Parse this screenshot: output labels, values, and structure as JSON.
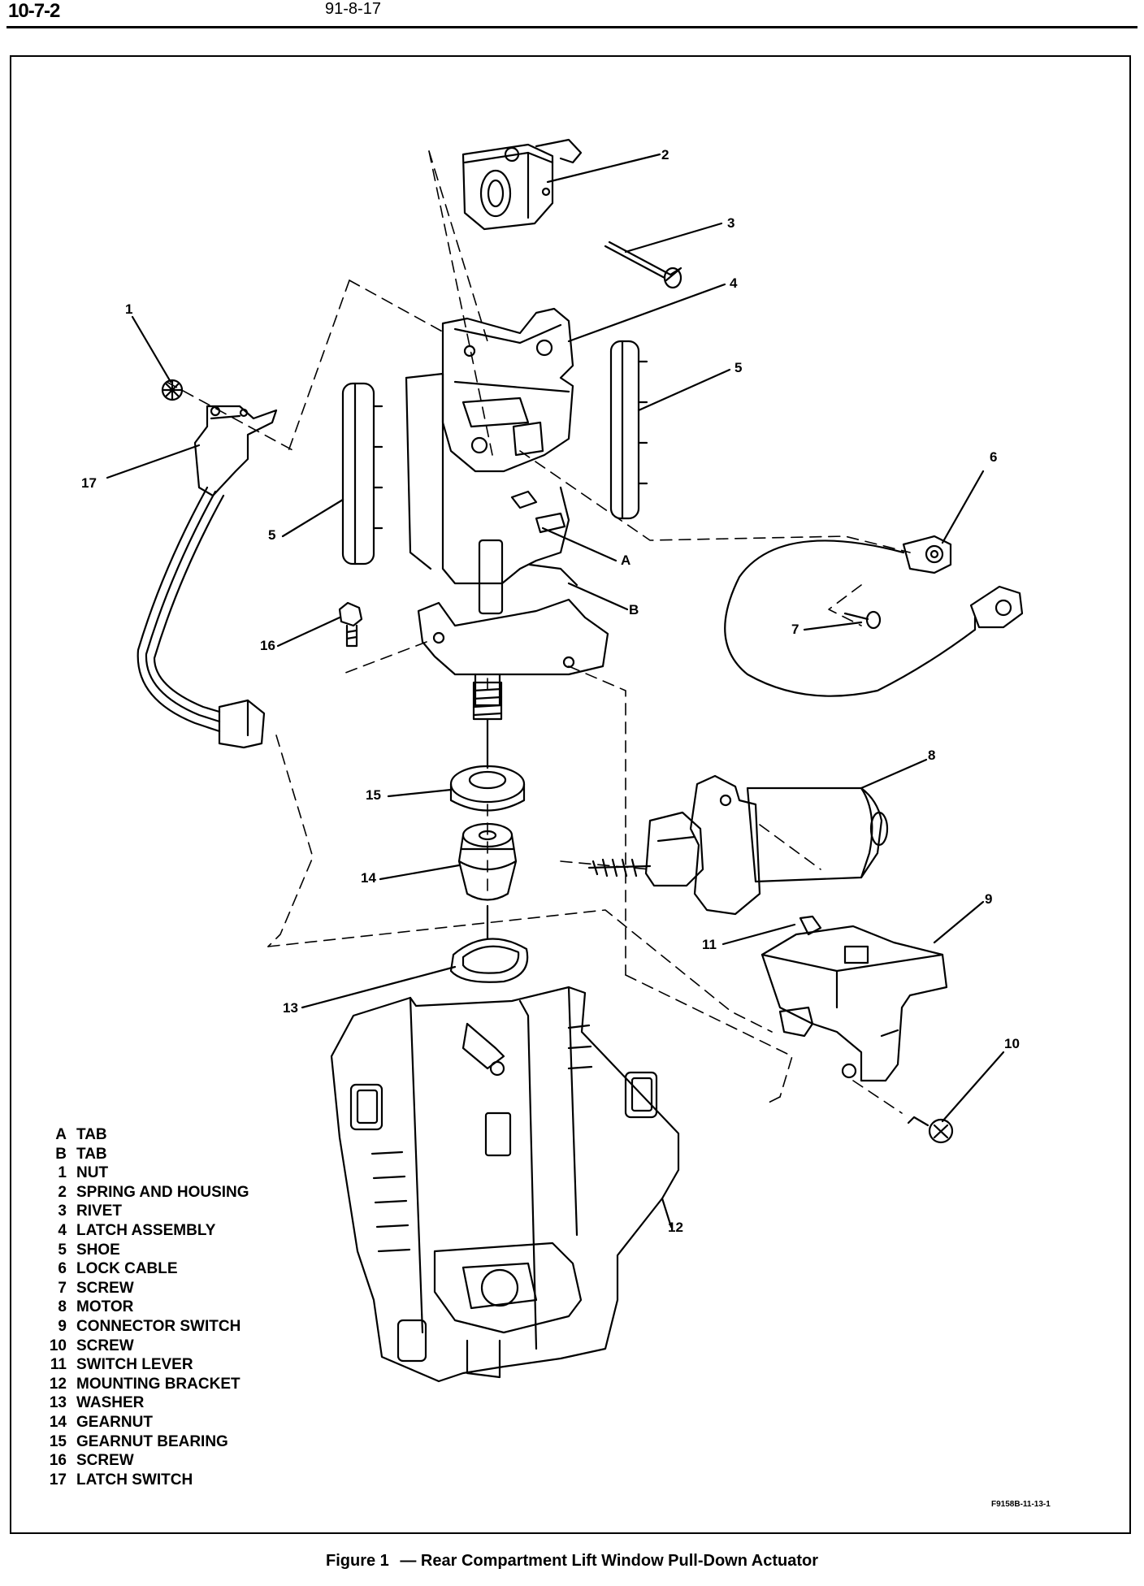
{
  "header": {
    "page_number": "10-7-2",
    "date": "91-8-17"
  },
  "callouts": [
    "1",
    "2",
    "3",
    "4",
    "5",
    "5",
    "6",
    "7",
    "8",
    "9",
    "10",
    "11",
    "12",
    "13",
    "14",
    "15",
    "16",
    "17",
    "A",
    "B"
  ],
  "legend": [
    {
      "key": "A",
      "label": "TAB"
    },
    {
      "key": "B",
      "label": "TAB"
    },
    {
      "key": "1",
      "label": "NUT"
    },
    {
      "key": "2",
      "label": "SPRING AND HOUSING"
    },
    {
      "key": "3",
      "label": "RIVET"
    },
    {
      "key": "4",
      "label": "LATCH ASSEMBLY"
    },
    {
      "key": "5",
      "label": "SHOE"
    },
    {
      "key": "6",
      "label": "LOCK CABLE"
    },
    {
      "key": "7",
      "label": "SCREW"
    },
    {
      "key": "8",
      "label": "MOTOR"
    },
    {
      "key": "9",
      "label": "CONNECTOR SWITCH"
    },
    {
      "key": "10",
      "label": "SCREW"
    },
    {
      "key": "11",
      "label": "SWITCH LEVER"
    },
    {
      "key": "12",
      "label": "MOUNTING BRACKET"
    },
    {
      "key": "13",
      "label": "WASHER"
    },
    {
      "key": "14",
      "label": "GEARNUT"
    },
    {
      "key": "15",
      "label": "GEARNUT BEARING"
    },
    {
      "key": "16",
      "label": "SCREW"
    },
    {
      "key": "17",
      "label": "LATCH SWITCH"
    }
  ],
  "figure_code": "F9158B-11-13-1",
  "caption": {
    "number": "Figure 1",
    "title": "— Rear Compartment Lift Window Pull-Down Actuator"
  }
}
